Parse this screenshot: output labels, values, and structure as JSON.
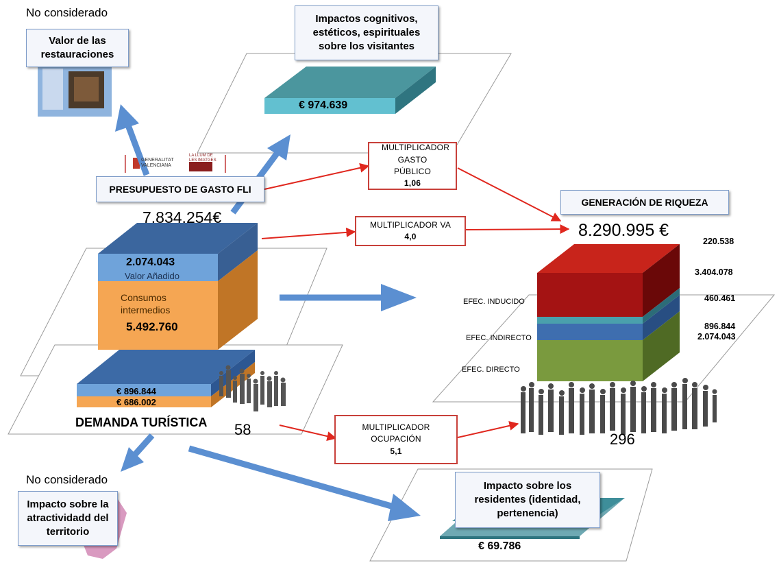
{
  "top_left": {
    "status": "No considerado",
    "box": "Valor de las restauraciones"
  },
  "top_center": {
    "box": "Impactos cognitivos, estéticos, espirituales sobre los visitantes",
    "value": "€ 974.639"
  },
  "logos": {
    "generalitat": "GENERALITAT VALENCIANA",
    "lalum": "LA LLUM DE LES IMATGES"
  },
  "budget": {
    "label": "PRESUPUESTO DE GASTO FLI",
    "value": "7.834.254€"
  },
  "multipliers": [
    {
      "title": "MULTIPLICADOR GASTO PÚBLICO",
      "value": "1,06"
    },
    {
      "title": "MULTIPLICADOR VA",
      "value": "4,0"
    },
    {
      "title": "MULTIPLICADOR OCUPACIÓN",
      "value": "5,1"
    }
  ],
  "left_cube": {
    "va_value": "2.074.043",
    "va_label": "Valor Añadido",
    "ci_label": "Consumos intermedios",
    "ci_value": "5.492.760"
  },
  "demand": {
    "blue_value": "€ 896.844",
    "orange_value": "€ 686.002",
    "label": "DEMANDA TURÍSTICA",
    "employment": "58"
  },
  "wealth": {
    "label": "GENERACIÓN DE RIQUEZA",
    "value": "8.290.995 €",
    "values": [
      "220.538",
      "3.404.078",
      "460.461",
      "896.844",
      "2.074.043"
    ],
    "effects": [
      "EFEC. INDUCIDO",
      "EFEC. INDIRECTO",
      "EFEC. DIRECTO"
    ],
    "employment": "296"
  },
  "bottom_left": {
    "status": "No considerado",
    "box": "Impacto sobre la atractividadd del territorio"
  },
  "bottom_right": {
    "box": "Impacto sobre los residentes (identidad, pertenencia)",
    "value": "€ 69.786"
  },
  "colors": {
    "blue_arrow": "#5b8fd1",
    "red_arrow": "#e0271e",
    "red": "#a41313",
    "blue": "#3e6eaf",
    "light_blue": "#6fa3da",
    "orange": "#f5a653",
    "green": "#7a9a3e",
    "teal": "#4aa0ac"
  }
}
